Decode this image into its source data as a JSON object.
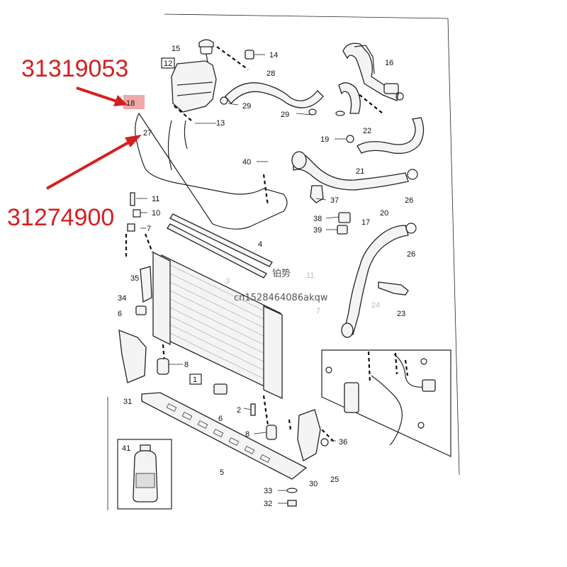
{
  "annotations": {
    "top_part_number": "31319053",
    "bottom_part_number": "31274900",
    "highlight_label": "18",
    "accent_color": "#d42020",
    "highlight_fill": "#f1a8a8"
  },
  "watermark": {
    "brand": "铂势",
    "shop_id": "cn1528464086akqw",
    "faint_3": "3",
    "faint_11": "11",
    "faint_24": "24",
    "faint_7": "7"
  },
  "callouts": {
    "c1": "1",
    "c2": "2",
    "c4": "4",
    "c5": "5",
    "c6a": "6",
    "c6b": "6",
    "c7": "7",
    "c8a": "8",
    "c8b": "8",
    "c10": "10",
    "c11": "11",
    "c12": "12",
    "c13": "13",
    "c14": "14",
    "c15": "15",
    "c16": "16",
    "c17": "17",
    "c19": "19",
    "c20": "20",
    "c21": "21",
    "c22": "22",
    "c23": "23",
    "c25": "25",
    "c26a": "26",
    "c26b": "26",
    "c27": "27",
    "c28": "28",
    "c29a": "29",
    "c29b": "29",
    "c30": "30",
    "c31": "31",
    "c32": "32",
    "c33": "33",
    "c34": "34",
    "c35": "35",
    "c36": "36",
    "c37": "37",
    "c38": "38",
    "c39": "39",
    "c40": "40",
    "c41": "41"
  }
}
